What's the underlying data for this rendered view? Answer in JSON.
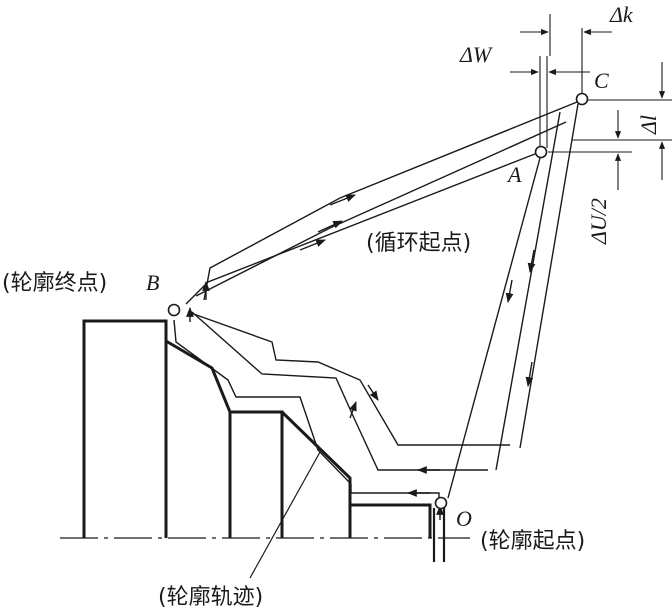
{
  "labels": {
    "point_c": "C",
    "point_a": "A",
    "point_b": "B",
    "point_o": "O",
    "delta_k": "Δk",
    "delta_w": "ΔW",
    "delta_l": "Δl",
    "delta_u2": "ΔU/2",
    "cycle_start": "(循环起点)",
    "contour_end": "(轮廓终点)",
    "contour_start": "(轮廓起点)",
    "contour_track": "(轮廓轨迹)"
  },
  "colors": {
    "ink": "#1a1a1a",
    "background": "#ffffff"
  }
}
